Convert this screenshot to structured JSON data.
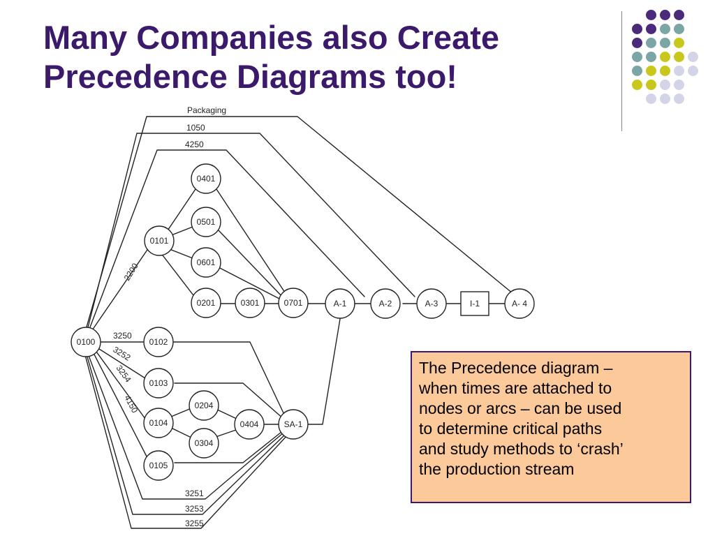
{
  "title": {
    "lines": [
      "Many Companies also Create",
      "Precedence Diagrams too!"
    ]
  },
  "colors": {
    "title": "#3b1a6b",
    "accent_purple": "#4b2a7b",
    "accent_teal": "#7ba6a6",
    "accent_yellow": "#c8c81c",
    "accent_lavender": "#d4d4e8",
    "callout_bg": "#fcc99a"
  },
  "decoration": {
    "dot_rows": [
      [
        "purple",
        "purple",
        "purple"
      ],
      [
        "purple",
        "purple",
        "teal",
        "teal"
      ],
      [
        "purple",
        "teal",
        "teal",
        "yellow"
      ],
      [
        "teal",
        "teal",
        "yellow",
        "yellow",
        "lavender"
      ],
      [
        "teal",
        "yellow",
        "yellow",
        "lavender",
        "lavender"
      ],
      [
        "yellow",
        "yellow",
        "lavender",
        "lavender"
      ],
      [
        "lavender",
        "lavender",
        "lavender"
      ]
    ]
  },
  "diagram": {
    "nodes": {
      "n0100": "0100",
      "n0101": "0101",
      "n0401": "0401",
      "n0501": "0501",
      "n0601": "0601",
      "n0201": "0201",
      "n0301": "0301",
      "n0701": "0701",
      "nA1": "A-1",
      "nA2": "A-2",
      "nA3": "A-3",
      "nI1": "I-1",
      "nA4": "A- 4",
      "n0102": "0102",
      "n0103": "0103",
      "n0204": "0204",
      "n0104": "0104",
      "n0304": "0304",
      "n0404": "0404",
      "n0105": "0105",
      "nSA1": "SA-1"
    },
    "edge_labels": {
      "packaging": "Packaging",
      "e1050": "1050",
      "e4250": "4250",
      "e2200": "2200",
      "e3250": "3250",
      "e3252": "3252",
      "e3254": "3254",
      "e4150": "4150",
      "e3251": "3251",
      "e3253": "3253",
      "e3255": "3255"
    }
  },
  "callout": {
    "lines": [
      "The Precedence diagram –",
      "when times are attached to",
      "nodes or arcs – can be used",
      "to determine critical paths",
      "and study methods to ‘crash’",
      "the production stream"
    ]
  }
}
